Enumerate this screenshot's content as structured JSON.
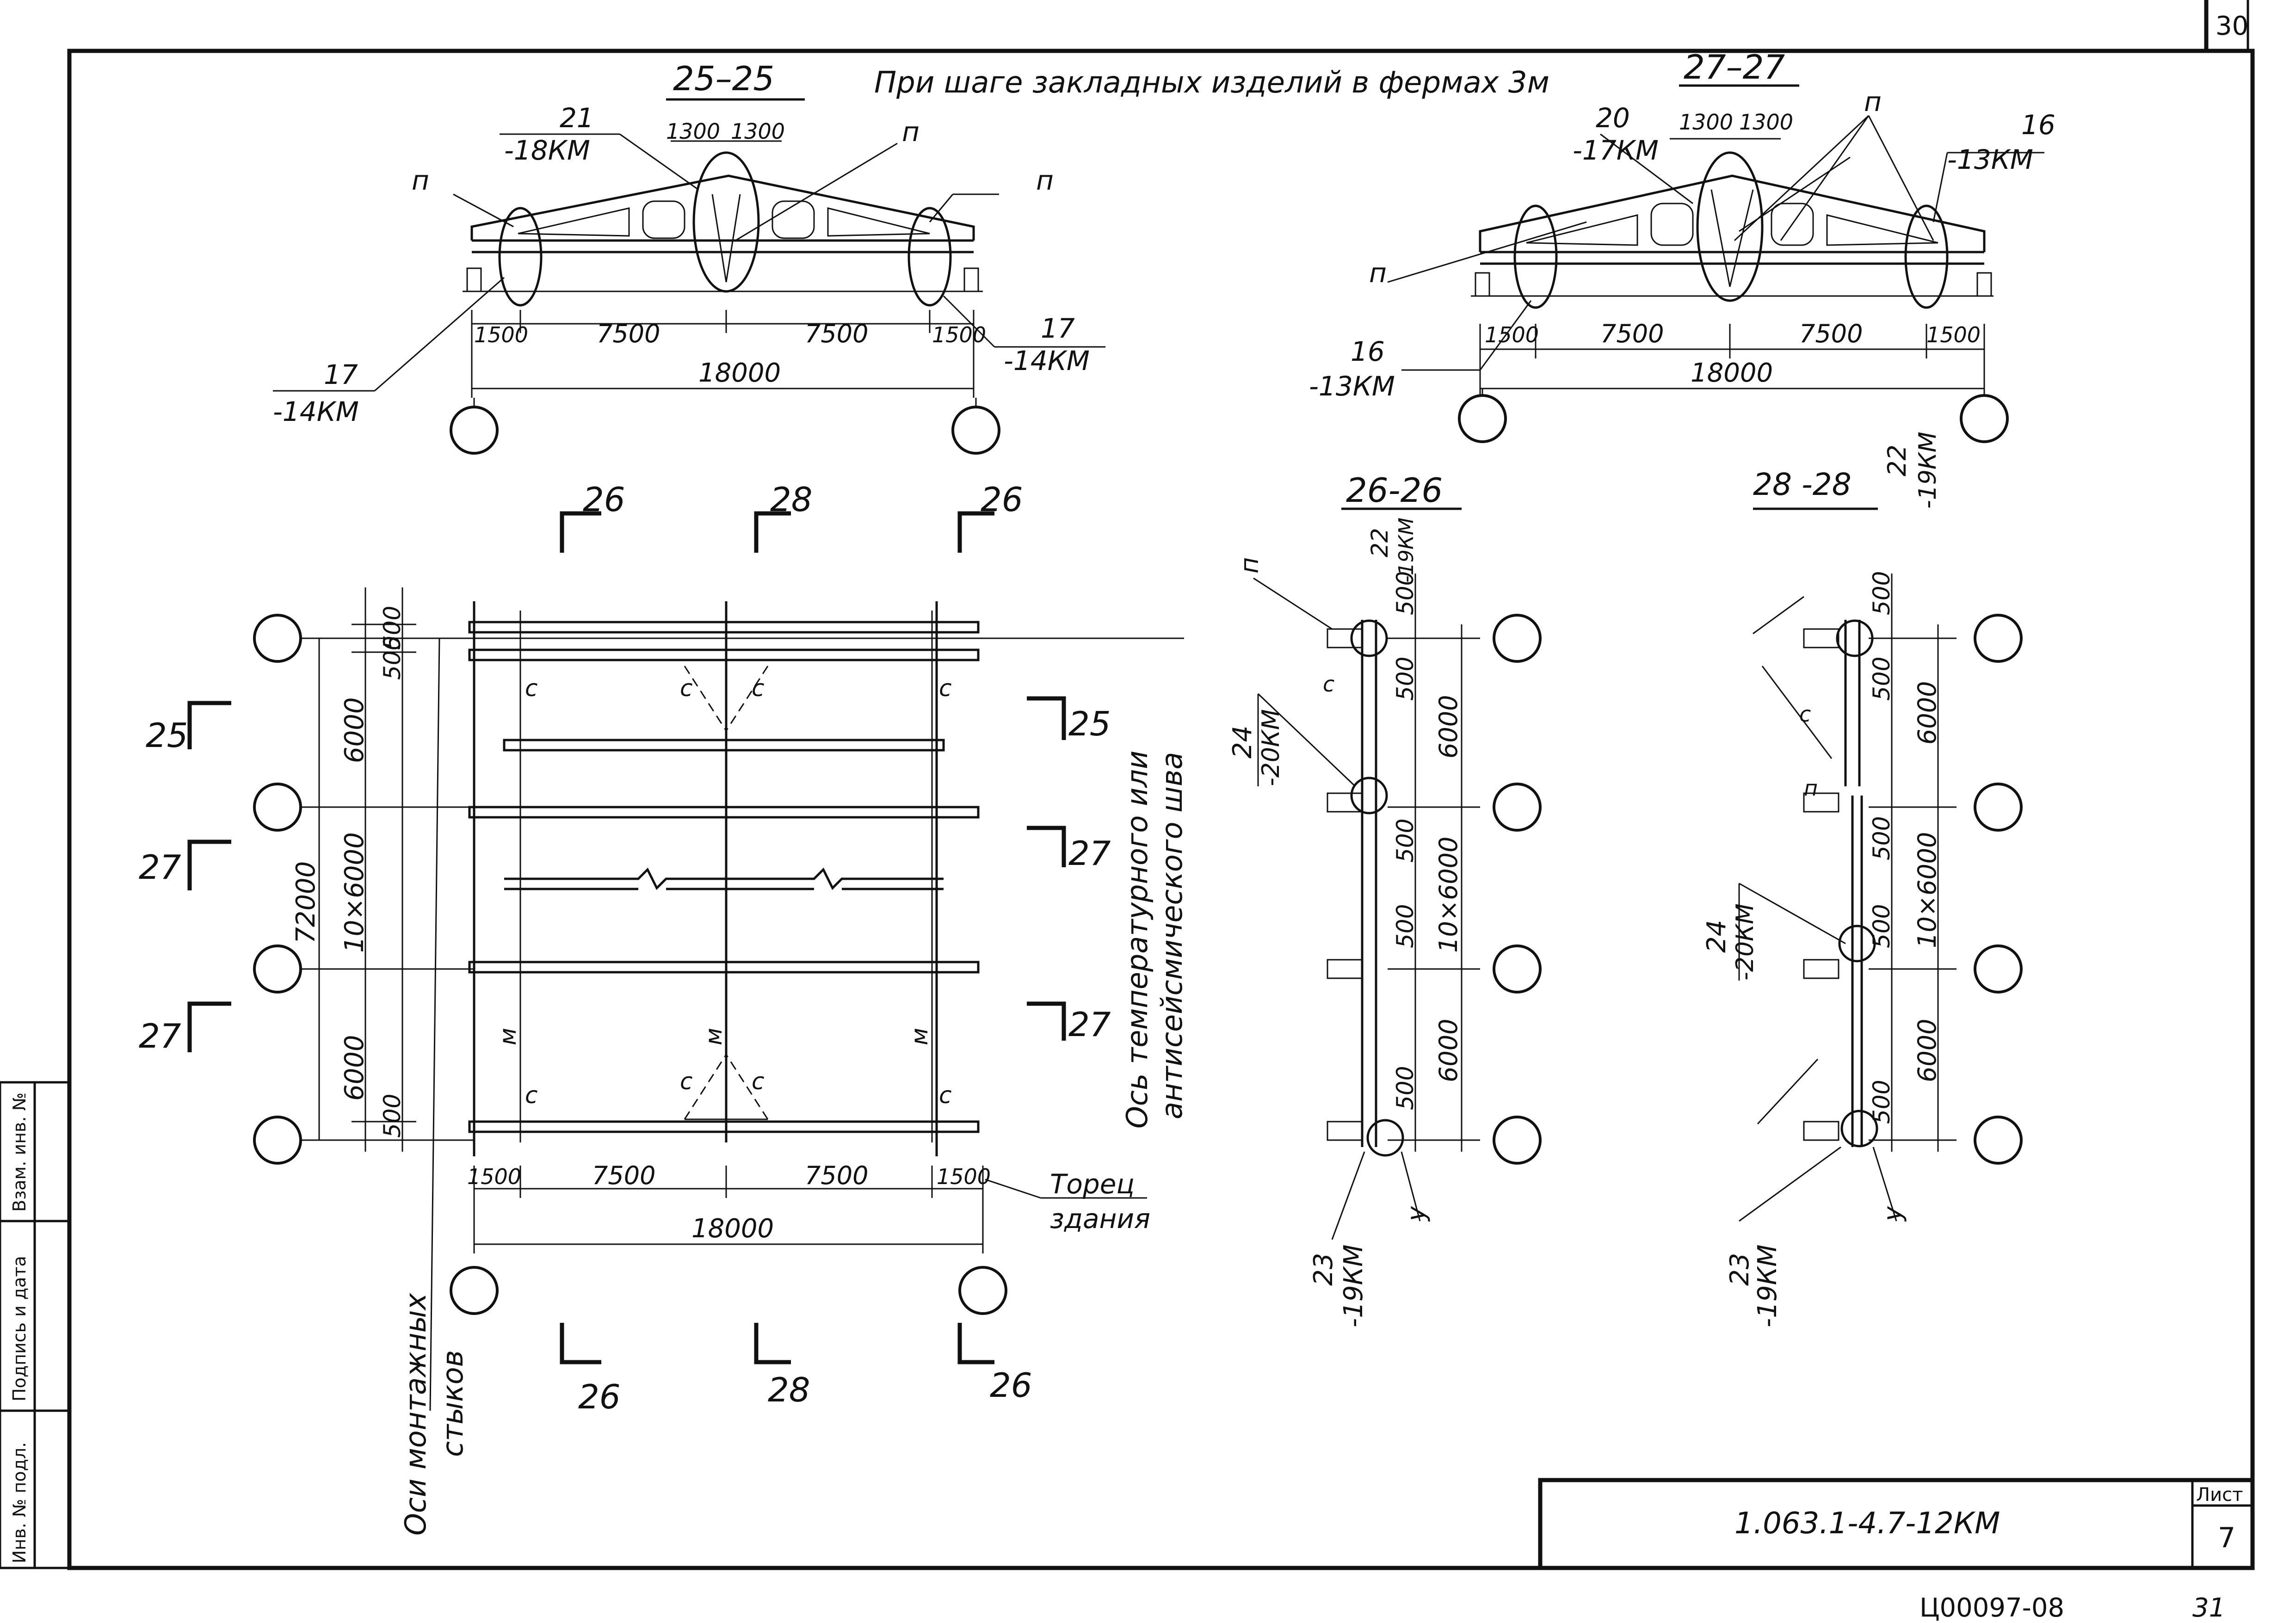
{
  "sheet": {
    "top_right_number": "30",
    "header_note": "При шаге закладных изделий в фермах 3м",
    "designation": "1.063.1-4.7-12КМ",
    "sheet_label": "Лист",
    "sheet_number": "7",
    "archive_code": "Ц00097-08",
    "bottom_number": "31"
  },
  "side_stamp": {
    "cells": [
      "Взам. инв. №",
      "Подпись и дата",
      "Инв. № подл."
    ]
  },
  "section_25": {
    "title": "25–25",
    "callout_left_num": "21",
    "callout_left_mark": "-18КМ",
    "dim_top_a": "1300",
    "dim_top_b": "1300",
    "label_p": "п",
    "callout_br_num": "17",
    "callout_br_mark": "-14КМ",
    "callout_bl_num": "17",
    "callout_bl_mark": "-14КМ",
    "dims": [
      "1500",
      "7500",
      "7500",
      "1500"
    ],
    "overall": "18000"
  },
  "section_27": {
    "title": "27–27",
    "callout_left_num": "20",
    "callout_left_mark": "-17КМ",
    "dim_top_a": "1300",
    "dim_top_b": "1300",
    "label_p": "п",
    "callout_r_num": "16",
    "callout_r_mark": "-13КМ",
    "callout_bl_num": "16",
    "callout_bl_mark": "-13КМ",
    "dims": [
      "1500",
      "7500",
      "7500",
      "1500"
    ],
    "overall": "18000"
  },
  "plan": {
    "cut_26": "26",
    "cut_28": "28",
    "cut_25": "25",
    "cut_27": "27",
    "dim_v": [
      "500",
      "500",
      "6000",
      "10×6000",
      "6000",
      "500"
    ],
    "overall_v": "72000",
    "dims_h": [
      "1500",
      "7500",
      "7500",
      "1500"
    ],
    "overall_h": "18000",
    "label_c": "с",
    "label_m": "м",
    "axis_note_1": "Ось температурного или",
    "axis_note_2": "антисейсмического шва",
    "joints_note_1": "Оси монтажных",
    "joints_note_2": "стыков",
    "end_note_1": "Торец",
    "end_note_2": "здания"
  },
  "section_26": {
    "title": "26-26",
    "top_num": "22",
    "top_mark": "-19КМ",
    "mid_num": "24",
    "mid_mark": "-20КМ",
    "bot_num": "23",
    "bot_mark": "-19КМ",
    "dims": [
      "500",
      "500",
      "6000",
      "500",
      "10×6000",
      "500",
      "6000",
      "500"
    ],
    "label_p": "п",
    "label_c": "с",
    "label_y": "у"
  },
  "section_28": {
    "title": "28 -28",
    "top_num": "22",
    "top_mark": "-19КМ",
    "mid_num": "24",
    "mid_mark": "-20КМ",
    "bot_num": "23",
    "bot_mark": "-19КМ",
    "dims": [
      "500",
      "500",
      "6000",
      "500",
      "10×6000",
      "500",
      "6000",
      "500"
    ],
    "label_p": "п",
    "label_c": "с",
    "label_y": "у"
  }
}
